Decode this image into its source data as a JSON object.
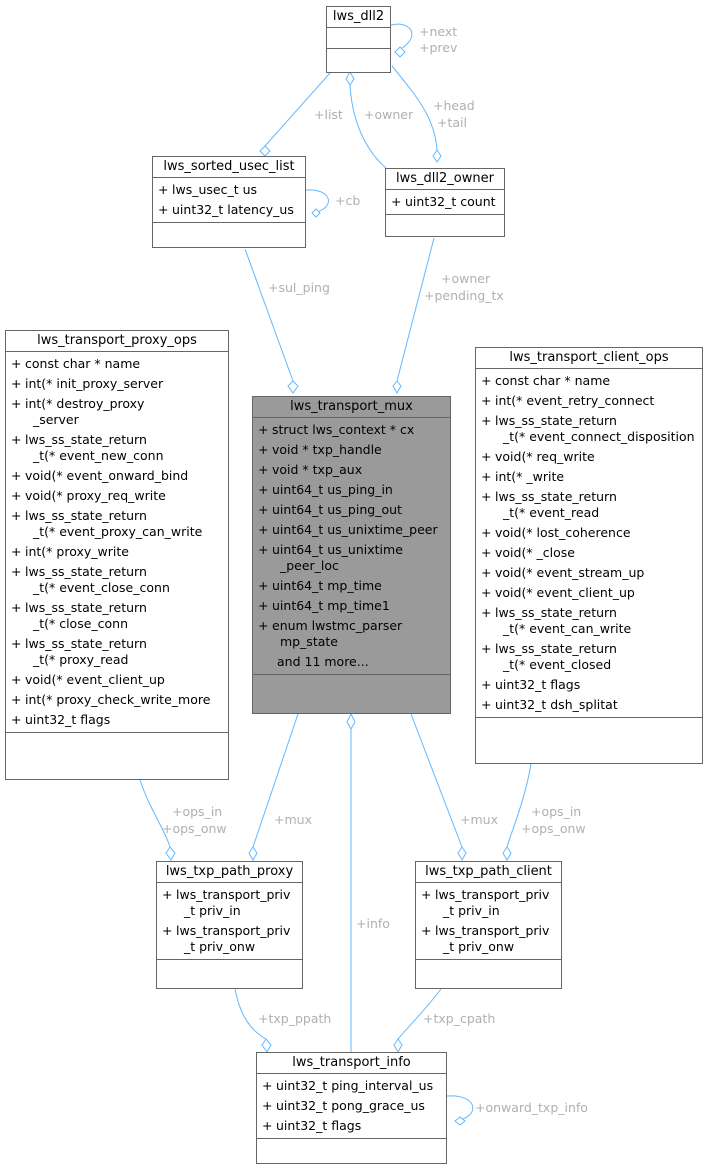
{
  "classes": {
    "lws_dll2": {
      "title": "lws_dll2"
    },
    "lws_sorted_usec_list": {
      "title": "lws_sorted_usec_list",
      "attrs": [
        "lws_usec_t us",
        "uint32_t latency_us"
      ]
    },
    "lws_dll2_owner": {
      "title": "lws_dll2_owner",
      "attrs": [
        "uint32_t count"
      ]
    },
    "lws_transport_proxy_ops": {
      "title": "lws_transport_proxy_ops",
      "attrs": [
        "const char * name",
        "int(* init_proxy_server",
        "int(* destroy_proxy\n  _server",
        "lws_ss_state_return\n  _t(* event_new_conn",
        "void(* event_onward_bind",
        "void(* proxy_req_write",
        "lws_ss_state_return\n  _t(* event_proxy_can_write",
        "int(* proxy_write",
        "lws_ss_state_return\n  _t(* event_close_conn",
        "lws_ss_state_return\n  _t(* close_conn",
        "lws_ss_state_return\n  _t(* proxy_read",
        "void(* event_client_up",
        "int(* proxy_check_write_more",
        "uint32_t flags"
      ]
    },
    "lws_transport_mux": {
      "title": "lws_transport_mux",
      "attrs": [
        "struct lws_context * cx",
        "void * txp_handle",
        "void * txp_aux",
        "uint64_t us_ping_in",
        "uint64_t us_ping_out",
        "uint64_t us_unixtime_peer",
        "uint64_t us_unixtime\n  _peer_loc",
        "uint64_t mp_time",
        "uint64_t mp_time1",
        "enum lwstmc_parser\n  mp_state"
      ],
      "more": "and 11 more..."
    },
    "lws_transport_client_ops": {
      "title": "lws_transport_client_ops",
      "attrs": [
        "const char * name",
        "int(* event_retry_connect",
        "lws_ss_state_return\n  _t(* event_connect_disposition",
        "void(* req_write",
        "int(* _write",
        "lws_ss_state_return\n  _t(* event_read",
        "void(* lost_coherence",
        "void(* _close",
        "void(* event_stream_up",
        "void(* event_client_up",
        "lws_ss_state_return\n  _t(* event_can_write",
        "lws_ss_state_return\n  _t(* event_closed",
        "uint32_t flags",
        "uint32_t dsh_splitat"
      ]
    },
    "lws_txp_path_proxy": {
      "title": "lws_txp_path_proxy",
      "attrs": [
        "lws_transport_priv\n  _t priv_in",
        "lws_transport_priv\n  _t priv_onw"
      ]
    },
    "lws_txp_path_client": {
      "title": "lws_txp_path_client",
      "attrs": [
        "lws_transport_priv\n  _t priv_in",
        "lws_transport_priv\n  _t priv_onw"
      ]
    },
    "lws_transport_info": {
      "title": "lws_transport_info",
      "attrs": [
        "uint32_t ping_interval_us",
        "uint32_t pong_grace_us",
        "uint32_t flags"
      ]
    }
  },
  "visibility_symbol": "+",
  "edge_labels": {
    "next": "+next",
    "prev": "+prev",
    "list": "+list",
    "owner1": "+owner",
    "head": "+head",
    "tail": "+tail",
    "cb": "+cb",
    "sul_ping": "+sul_ping",
    "owner2": "+owner",
    "pending_tx": "+pending_tx",
    "ops_in1": "+ops_in",
    "ops_onw1": "+ops_onw",
    "mux1": "+mux",
    "info": "+info",
    "mux2": "+mux",
    "ops_in2": "+ops_in",
    "ops_onw2": "+ops_onw",
    "txp_ppath": "+txp_ppath",
    "txp_cpath": "+txp_cpath",
    "onward_txp_info": "+onward_txp_info"
  },
  "colors": {
    "edge": "#63b8ff",
    "label": "#b0b0b0",
    "highlight": "#9a9a9a",
    "border": "#666666"
  }
}
